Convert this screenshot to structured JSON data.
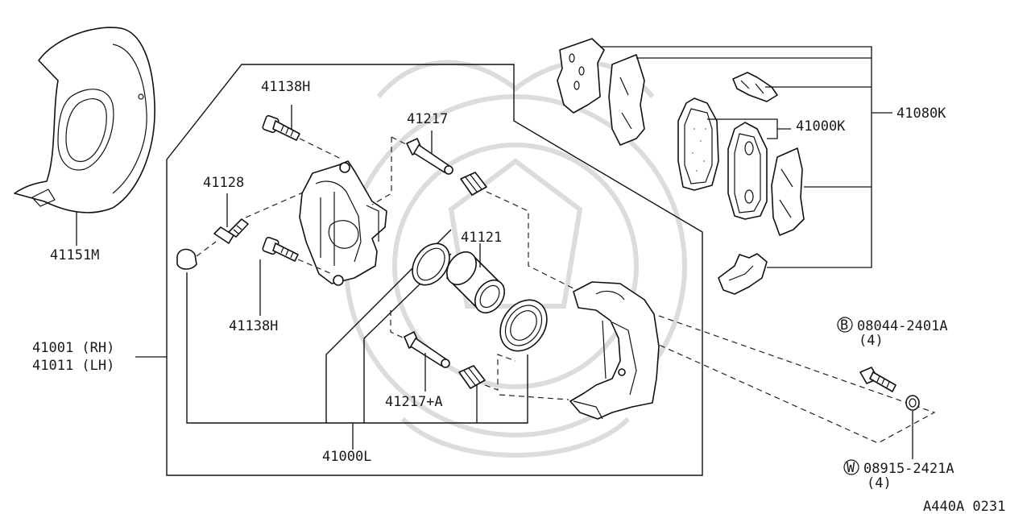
{
  "labels": {
    "shield": "41151M",
    "caliper_assy_rh": "41001 (RH)",
    "caliper_assy_lh": "41011 (LH)",
    "bolt_upper": "41138H",
    "bolt_lower": "41138H",
    "bleeder": "41128",
    "pin_upper": "41217",
    "piston": "41121",
    "pin_lower": "41217+A",
    "seal_kit": "41000L",
    "pad_kit": "41000K",
    "hardware_kit": "41080K",
    "bolt_b_code": "08044-2401A",
    "bolt_b_qty": "(4)",
    "washer_w_code": "08915-2421A",
    "washer_w_qty": "(4)",
    "diagram_code": "A440A 0231"
  },
  "symbols": {
    "bolt": "B",
    "washer": "W"
  }
}
